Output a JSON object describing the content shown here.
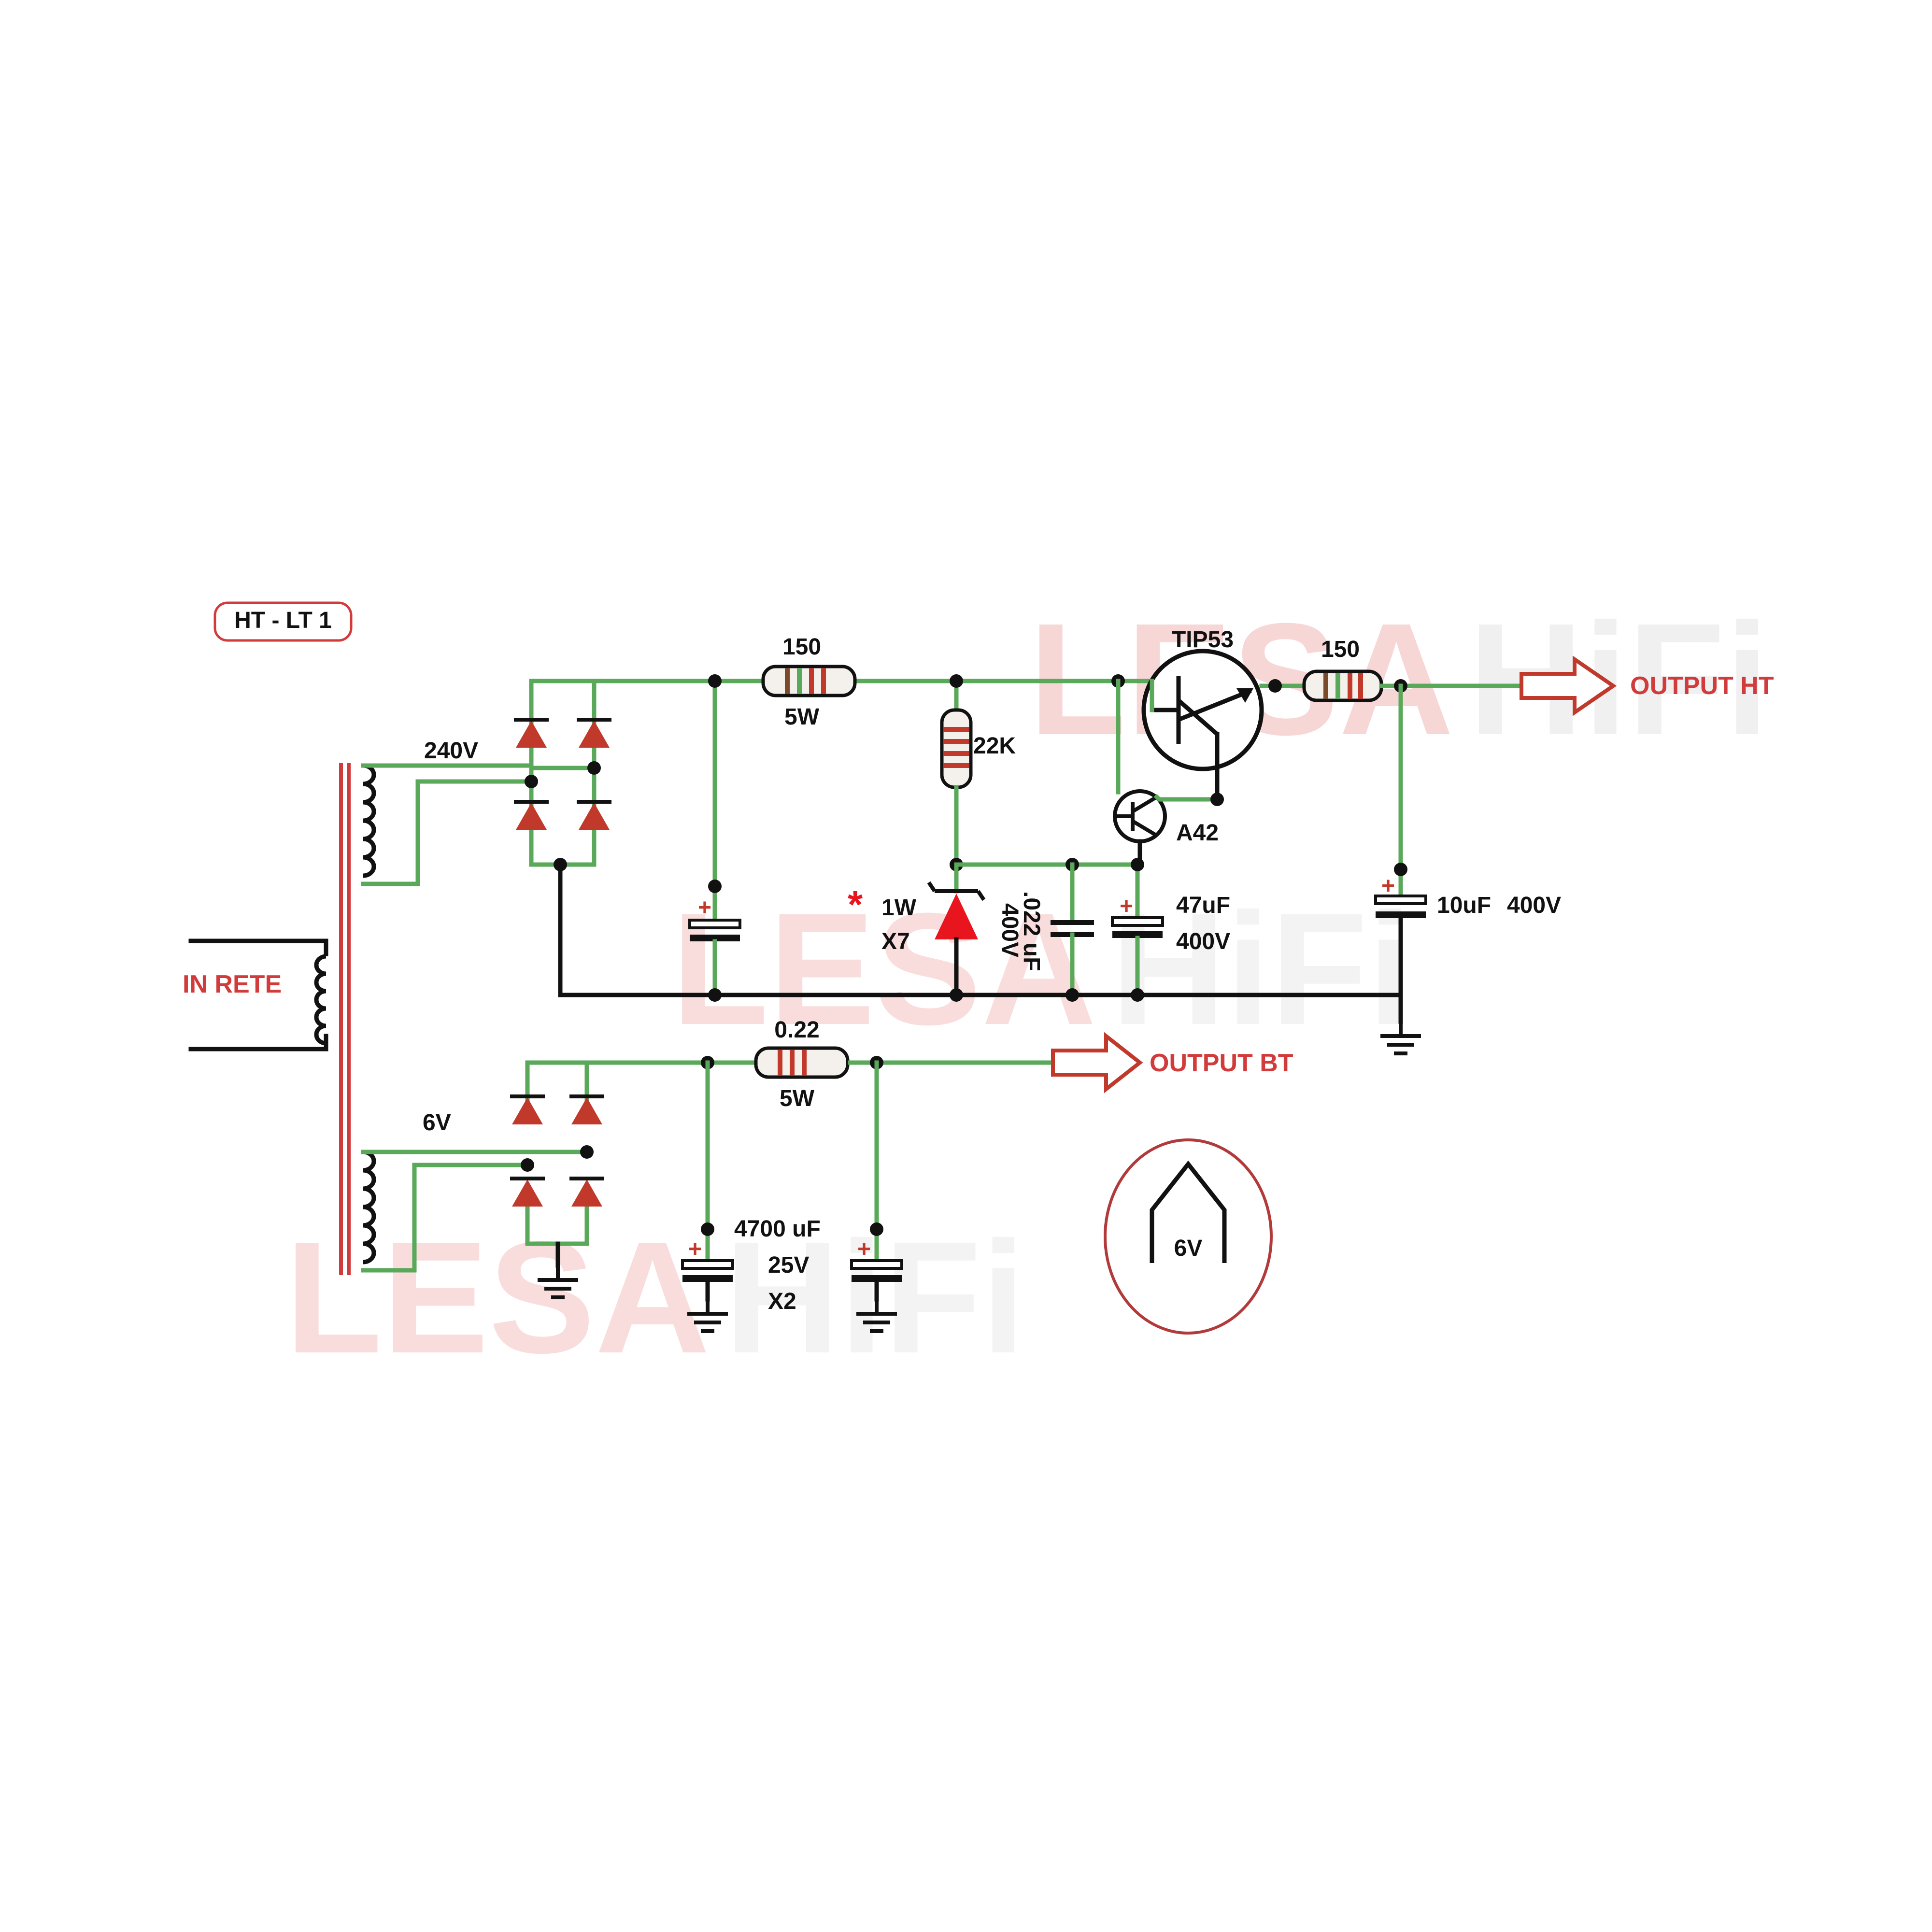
{
  "title_badge": "HT - LT 1",
  "watermark": {
    "part1": "LESA",
    "part2": "HiFi"
  },
  "transformer": {
    "primary_label": "IN RETE",
    "secondary_ht": "240V",
    "secondary_lt": "6V"
  },
  "ht": {
    "r1_value": "150",
    "r1_power": "5W",
    "r2_value": "22K",
    "zener_mark": "*",
    "zener_power": "1W",
    "zener_qty": "X7",
    "cap_small_value": ".022 uF",
    "cap_small_voltage": "400V",
    "cap_mid_value": "47uF",
    "cap_mid_voltage": "400V",
    "transistor_main": "TIP53",
    "transistor_driver": "A42",
    "r3_value": "150",
    "cap_out_value": "10uF",
    "cap_out_voltage": "400V",
    "output_label": "OUTPUT HT"
  },
  "lt": {
    "r_value": "0.22",
    "r_power": "5W",
    "cap_value": "4700 uF",
    "cap_voltage": "25V",
    "cap_qty": "X2",
    "output_label": "OUTPUT BT"
  },
  "heater_symbol_label": "6V",
  "colors": {
    "wire": "#5aa85a",
    "diode": "#c0392b",
    "zener": "#e8141e",
    "accent_text": "#d23b3b",
    "watermark": "#f5c9c9"
  }
}
